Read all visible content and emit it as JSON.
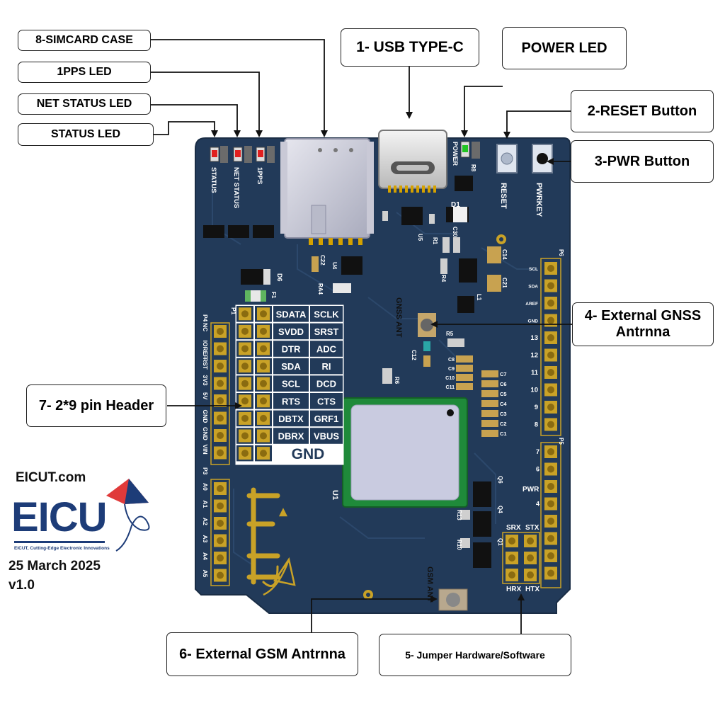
{
  "callouts": {
    "simcard_case": "8-SIMCARD CASE",
    "pps_led": "1PPS LED",
    "net_status_led": "NET STATUS LED",
    "status_led": "STATUS LED",
    "usb_typec": "1- USB TYPE-C",
    "power_led": "POWER LED",
    "reset_button": "2-RESET Button",
    "pwr_button": "3-PWR Button",
    "gnss_antenna_line1": "4- External GNSS",
    "gnss_antenna_line2": "Antrnna",
    "pin_header": "7- 2*9 pin Header",
    "gsm_antenna": "6- External GSM Antrnna",
    "jumper": "5- Jumper Hardware/Software"
  },
  "branding": {
    "site": "EICUT.com",
    "logo_text": "EICU",
    "tagline": "EICUT, Cutting-Edge Electronic Innovations",
    "date": "25 March 2025",
    "version": "v1.0"
  },
  "board": {
    "silk": {
      "status": "STATUS",
      "net_status": "NET STATUS",
      "pps": "1PPS",
      "power": "POWER",
      "reset": "RESET",
      "pwrkey": "PWRKEY",
      "gnss_ant": "GNSS ANT",
      "gsm_ant": "GSM ANT",
      "u1": "U1",
      "p1": "P1",
      "p3": "P3",
      "p5": "P5",
      "p6": "P6",
      "p4": "P4",
      "d1": "D1",
      "d6": "D6",
      "f1": "F1",
      "srx": "SRX",
      "stx": "STX",
      "hrx": "HRX",
      "htx": "HTX",
      "pwr": "PWR",
      "c14": "C14",
      "c21": "C21",
      "c30": "C30",
      "c12": "C12",
      "c22": "C22",
      "r1": "R1",
      "r4": "R4",
      "r5": "R5",
      "r6": "R6",
      "r8": "R8",
      "r13": "R13",
      "r10": "R10",
      "ra4": "RA4",
      "u4": "U4",
      "u5": "U5",
      "l1": "L1",
      "q6": "Q6",
      "q4": "Q4",
      "q1": "Q1"
    },
    "header_pins": [
      [
        "SDATA",
        "SCLK"
      ],
      [
        "SVDD",
        "SRST"
      ],
      [
        "DTR",
        "ADC"
      ],
      [
        "SDA",
        "RI"
      ],
      [
        "SCL",
        "DCD"
      ],
      [
        "RTS",
        "CTS"
      ],
      [
        "DBTX",
        "GRF1"
      ],
      [
        "DBRX",
        "VBUS"
      ]
    ],
    "header_gnd": "GND",
    "p4_labels": [
      "NC",
      "IOREF",
      "RST",
      "3V3",
      "5V",
      "GND",
      "GND",
      "VIN"
    ],
    "p3_labels": [
      "A0",
      "A1",
      "A2",
      "A3",
      "A4",
      "A5"
    ],
    "p6_labels": [
      "SCL",
      "SDA",
      "AREF",
      "GND",
      "13",
      "12",
      "11",
      "10",
      "9",
      "8"
    ],
    "p5_labels": [
      "7",
      "6",
      "PWR",
      "4"
    ],
    "caps_right": [
      "C7",
      "C6",
      "C5",
      "C4",
      "C3",
      "C2",
      "C1"
    ],
    "caps_mid": [
      "C8",
      "C9",
      "C10",
      "C11"
    ]
  }
}
